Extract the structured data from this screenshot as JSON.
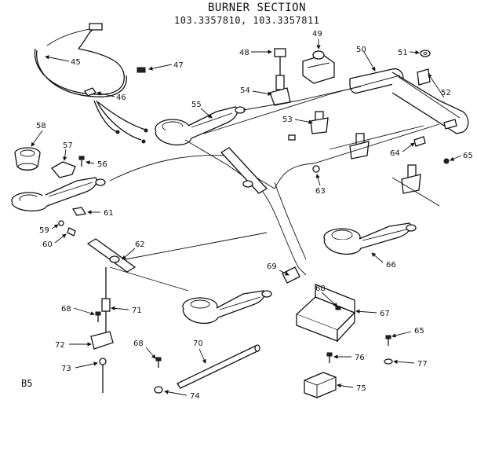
{
  "header": {
    "title": "BURNER SECTION",
    "models": "103.3357810, 103.3357811"
  },
  "page_label": "B5",
  "callouts": [
    {
      "id": "45",
      "label": "45"
    },
    {
      "id": "46",
      "label": "46"
    },
    {
      "id": "47",
      "label": "47"
    },
    {
      "id": "48",
      "label": "48"
    },
    {
      "id": "49",
      "label": "49"
    },
    {
      "id": "50",
      "label": "50"
    },
    {
      "id": "51",
      "label": "51"
    },
    {
      "id": "52",
      "label": "52"
    },
    {
      "id": "53",
      "label": "53"
    },
    {
      "id": "54",
      "label": "54"
    },
    {
      "id": "55",
      "label": "55"
    },
    {
      "id": "56",
      "label": "56"
    },
    {
      "id": "57",
      "label": "57"
    },
    {
      "id": "58",
      "label": "58"
    },
    {
      "id": "59",
      "label": "59"
    },
    {
      "id": "60",
      "label": "60"
    },
    {
      "id": "61",
      "label": "61"
    },
    {
      "id": "62",
      "label": "62"
    },
    {
      "id": "63",
      "label": "63"
    },
    {
      "id": "64",
      "label": "64"
    },
    {
      "id": "65a",
      "label": "65"
    },
    {
      "id": "65b",
      "label": "65"
    },
    {
      "id": "66",
      "label": "66"
    },
    {
      "id": "67",
      "label": "67"
    },
    {
      "id": "68a",
      "label": "68"
    },
    {
      "id": "68b",
      "label": "68"
    },
    {
      "id": "68c",
      "label": "68"
    },
    {
      "id": "69",
      "label": "69"
    },
    {
      "id": "70",
      "label": "70"
    },
    {
      "id": "71",
      "label": "71"
    },
    {
      "id": "72",
      "label": "72"
    },
    {
      "id": "73",
      "label": "73"
    },
    {
      "id": "74",
      "label": "74"
    },
    {
      "id": "75",
      "label": "75"
    },
    {
      "id": "76",
      "label": "76"
    },
    {
      "id": "77",
      "label": "77"
    }
  ]
}
